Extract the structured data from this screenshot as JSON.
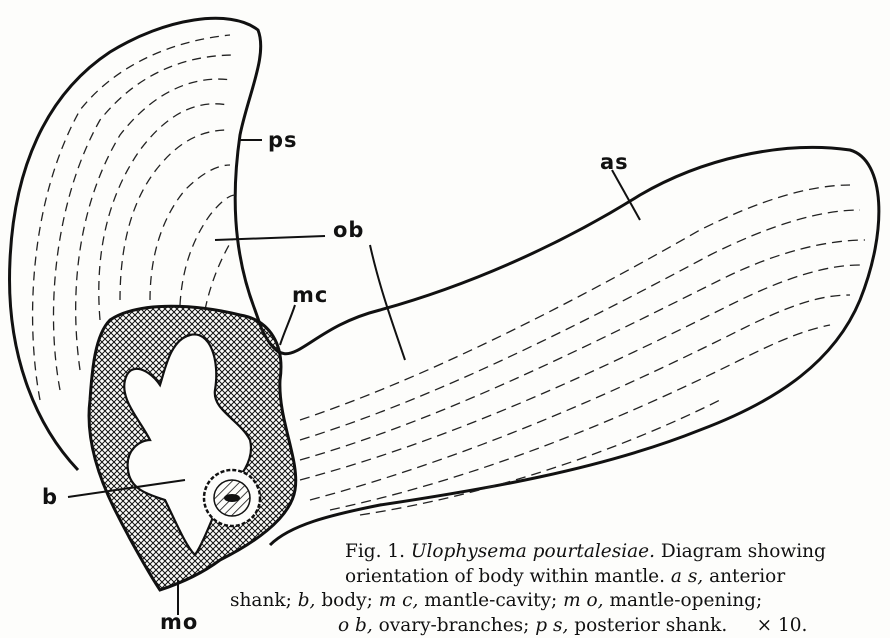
{
  "figure": {
    "labels": {
      "ps": "ps",
      "ob": "ob",
      "mc": "mc",
      "as": "as",
      "b": "b",
      "mo": "mo"
    }
  },
  "caption": {
    "fig_number": "Fig. 1.",
    "species": "Ulophysema pourtalesiae.",
    "line1_rest": "Diagram showing",
    "line2": "orientation of body within mantle.",
    "line2_as": "a s,",
    "line2_anterior": "anterior",
    "line3_shank": "shank;",
    "line3_b": "b,",
    "line3_body": "body;",
    "line3_mc": "m c,",
    "line3_mantle_cavity": "mantle-cavity;",
    "line3_mo": "m o,",
    "line3_mantle_opening": "mantle-opening;",
    "line4_ob": "o b,",
    "line4_ovary": "ovary-branches;",
    "line4_ps": "p s,",
    "line4_posterior": "posterior shank.",
    "line4_scale": "× 10."
  },
  "colors": {
    "ink": "#111111",
    "paper": "#fdfdfb"
  }
}
